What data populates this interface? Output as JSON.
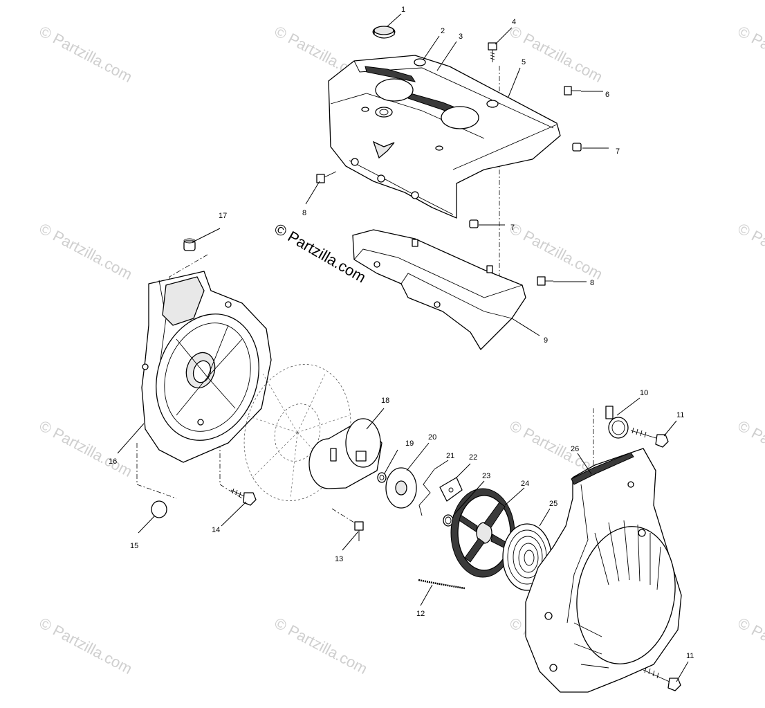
{
  "watermark": {
    "text": "© Partzilla.com",
    "main_text": "© Partzilla.com"
  },
  "callouts": {
    "c1": "1",
    "c2": "2",
    "c3": "3",
    "c4": "4",
    "c5": "5",
    "c6": "6",
    "c7a": "7",
    "c7b": "7",
    "c8a": "8",
    "c8b": "8",
    "c9": "9",
    "c10": "10",
    "c11a": "11",
    "c11b": "11",
    "c12": "12",
    "c13": "13",
    "c14": "14",
    "c15": "15",
    "c16": "16",
    "c17": "17",
    "c18": "18",
    "c19": "19",
    "c20": "20",
    "c21": "21",
    "c22": "22",
    "c23": "23",
    "c24": "24",
    "c25": "25",
    "c26": "26"
  },
  "colors": {
    "line": "#000000",
    "watermark": "#cfcfcf",
    "background": "#ffffff"
  }
}
